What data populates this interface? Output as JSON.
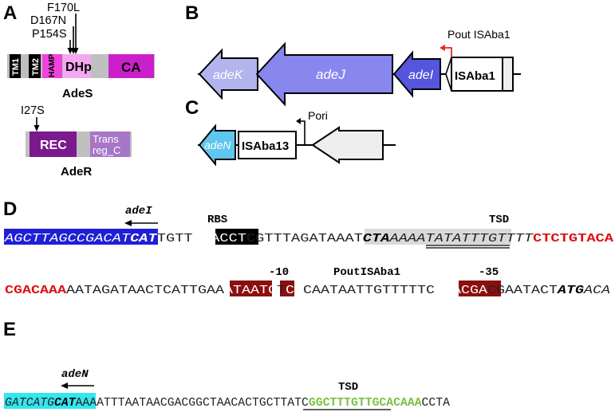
{
  "panels": {
    "a": "A",
    "b": "B",
    "c": "C",
    "d": "D",
    "e": "E"
  },
  "panel_a": {
    "mutations_ades": [
      "F170L",
      "D167N",
      "P154S"
    ],
    "domains_ades": [
      "TM1",
      "TM2",
      "HAMP",
      "DHp",
      "CA"
    ],
    "ades_name": "AdeS",
    "mutation_ader": "I27S",
    "domains_ader": [
      "REC",
      "Trans",
      "reg_C"
    ],
    "ader_name": "AdeR"
  },
  "panel_b": {
    "genes": [
      "adeK",
      "adeJ",
      "adeI"
    ],
    "is_name": "ISAba1",
    "promoter": "Pout ISAba1"
  },
  "panel_c": {
    "gene": "adeN",
    "is_name": "ISAba13",
    "promoter": "Pori"
  },
  "panel_d": {
    "gene_label": "adeI",
    "rbs": "RBS",
    "tsd": "TSD",
    "minus10": "-10",
    "promoter_label": "PoutISAba1",
    "minus35": "-35",
    "line1": [
      "AGCTTAGCCGACAT",
      "CAT",
      "TGTT",
      "CCACCT",
      "CGTTTAGATAAAT",
      "CTA",
      "AAAATATA",
      "TTTGTTTT",
      "CTCTGTACA"
    ],
    "line2": [
      "CGACAAA",
      "AATAGATAACTCATTGAA",
      "ATAATG",
      "T",
      "CA",
      "CAATAATTGTTTTTC",
      "TAACGA",
      "CGAATACT",
      "ATG",
      "ACA"
    ]
  },
  "panel_e": {
    "gene_label": "adeN",
    "tsd": "TSD",
    "line": [
      "GATCATG",
      "CAT",
      "AAAATTTAATAACGACGGCTAACA",
      "CTGCTTATC",
      "GGCTTTGTTGCACAAA",
      "CCTA"
    ]
  },
  "colors": {
    "tm": "#000000",
    "linker": "#bfbfbf",
    "hamp": "#ee44dd",
    "dhp": "#f4a8ef",
    "ca": "#cc1fcc",
    "rec": "#7a1a8c",
    "trans": "#a776c6",
    "adek": "#b3b3ee",
    "adej": "#8787ee",
    "adei": "#5555dd",
    "aden": "#5fc6ee",
    "seq_blue": "#1f1fd6",
    "seq_red": "#dd1111",
    "seq_box": "#8b0f0f",
    "seq_green": "#7ac142",
    "seq_cyan": "#35e6ee"
  }
}
